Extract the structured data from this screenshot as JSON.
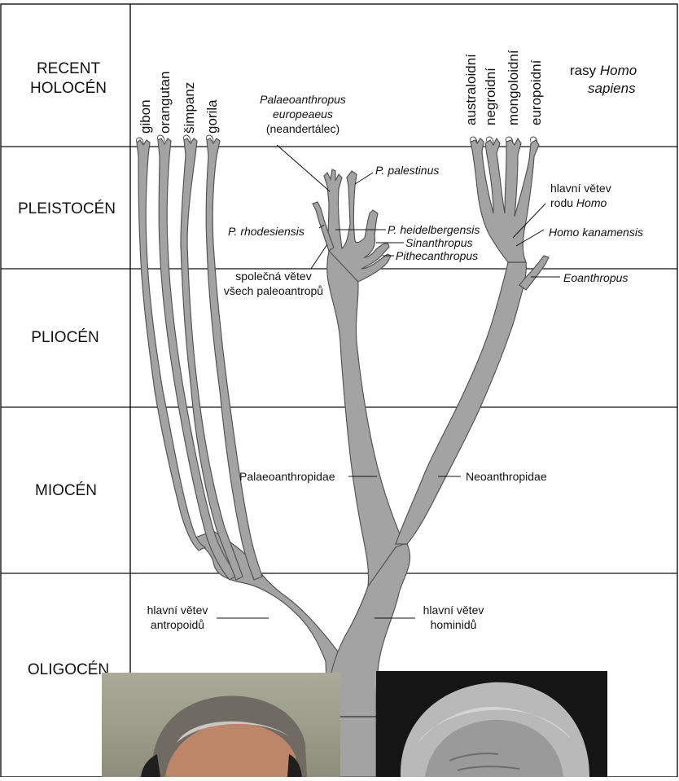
{
  "eras": {
    "recent_line1": "RECENT",
    "recent_line2": "HOLOCÉN",
    "pleistocene": "PLEISTOCÉN",
    "pliocene": "PLIOCÉN",
    "miocene": "MIOCÉN",
    "oligocene": "OLIGOCÉN"
  },
  "apes": [
    "gibon",
    "orangutan",
    "šimpanz",
    "gorila"
  ],
  "races": [
    "australoidní",
    "negroidní",
    "mongoloidní",
    "europoidní"
  ],
  "races_caption": {
    "prefix": "rasy ",
    "italic": "Homo",
    "line2": "sapiens"
  },
  "labels": {
    "palaeo_eur_1": "Palaeoanthropus",
    "palaeo_eur_2": "europeaeus",
    "palaeo_eur_3": "(neandertálec)",
    "palestinus": "P. palestinus",
    "rhodesiensis": "P. rhodesiensis",
    "heidelbergensis": "P. heidelbergensis",
    "sinanthropus": "Sinanthropus",
    "pithecanthropus": "Pithecanthropus",
    "common_1": "společná větev",
    "common_2": "všech paleoantropů",
    "homo_main_1": "hlavní větev",
    "homo_main_2": "rodu ",
    "homo_main_2_italic": "Homo",
    "kanamensis": "Homo kanamensis",
    "eoanthropus": "Eoanthropus",
    "palaeoanthropidae": "Palaeoanthropidae",
    "neoanthropidae": "Neoanthropidae",
    "anthropoid_main_1": "hlavní větev",
    "anthropoid_main_2": "antropoidů",
    "hominid_main_1": "hlavní větev",
    "hominid_main_2": "hominidů"
  },
  "colors": {
    "branch_fill": "#a3a3a3",
    "branch_stroke": "#555555",
    "grid": "#111111"
  }
}
